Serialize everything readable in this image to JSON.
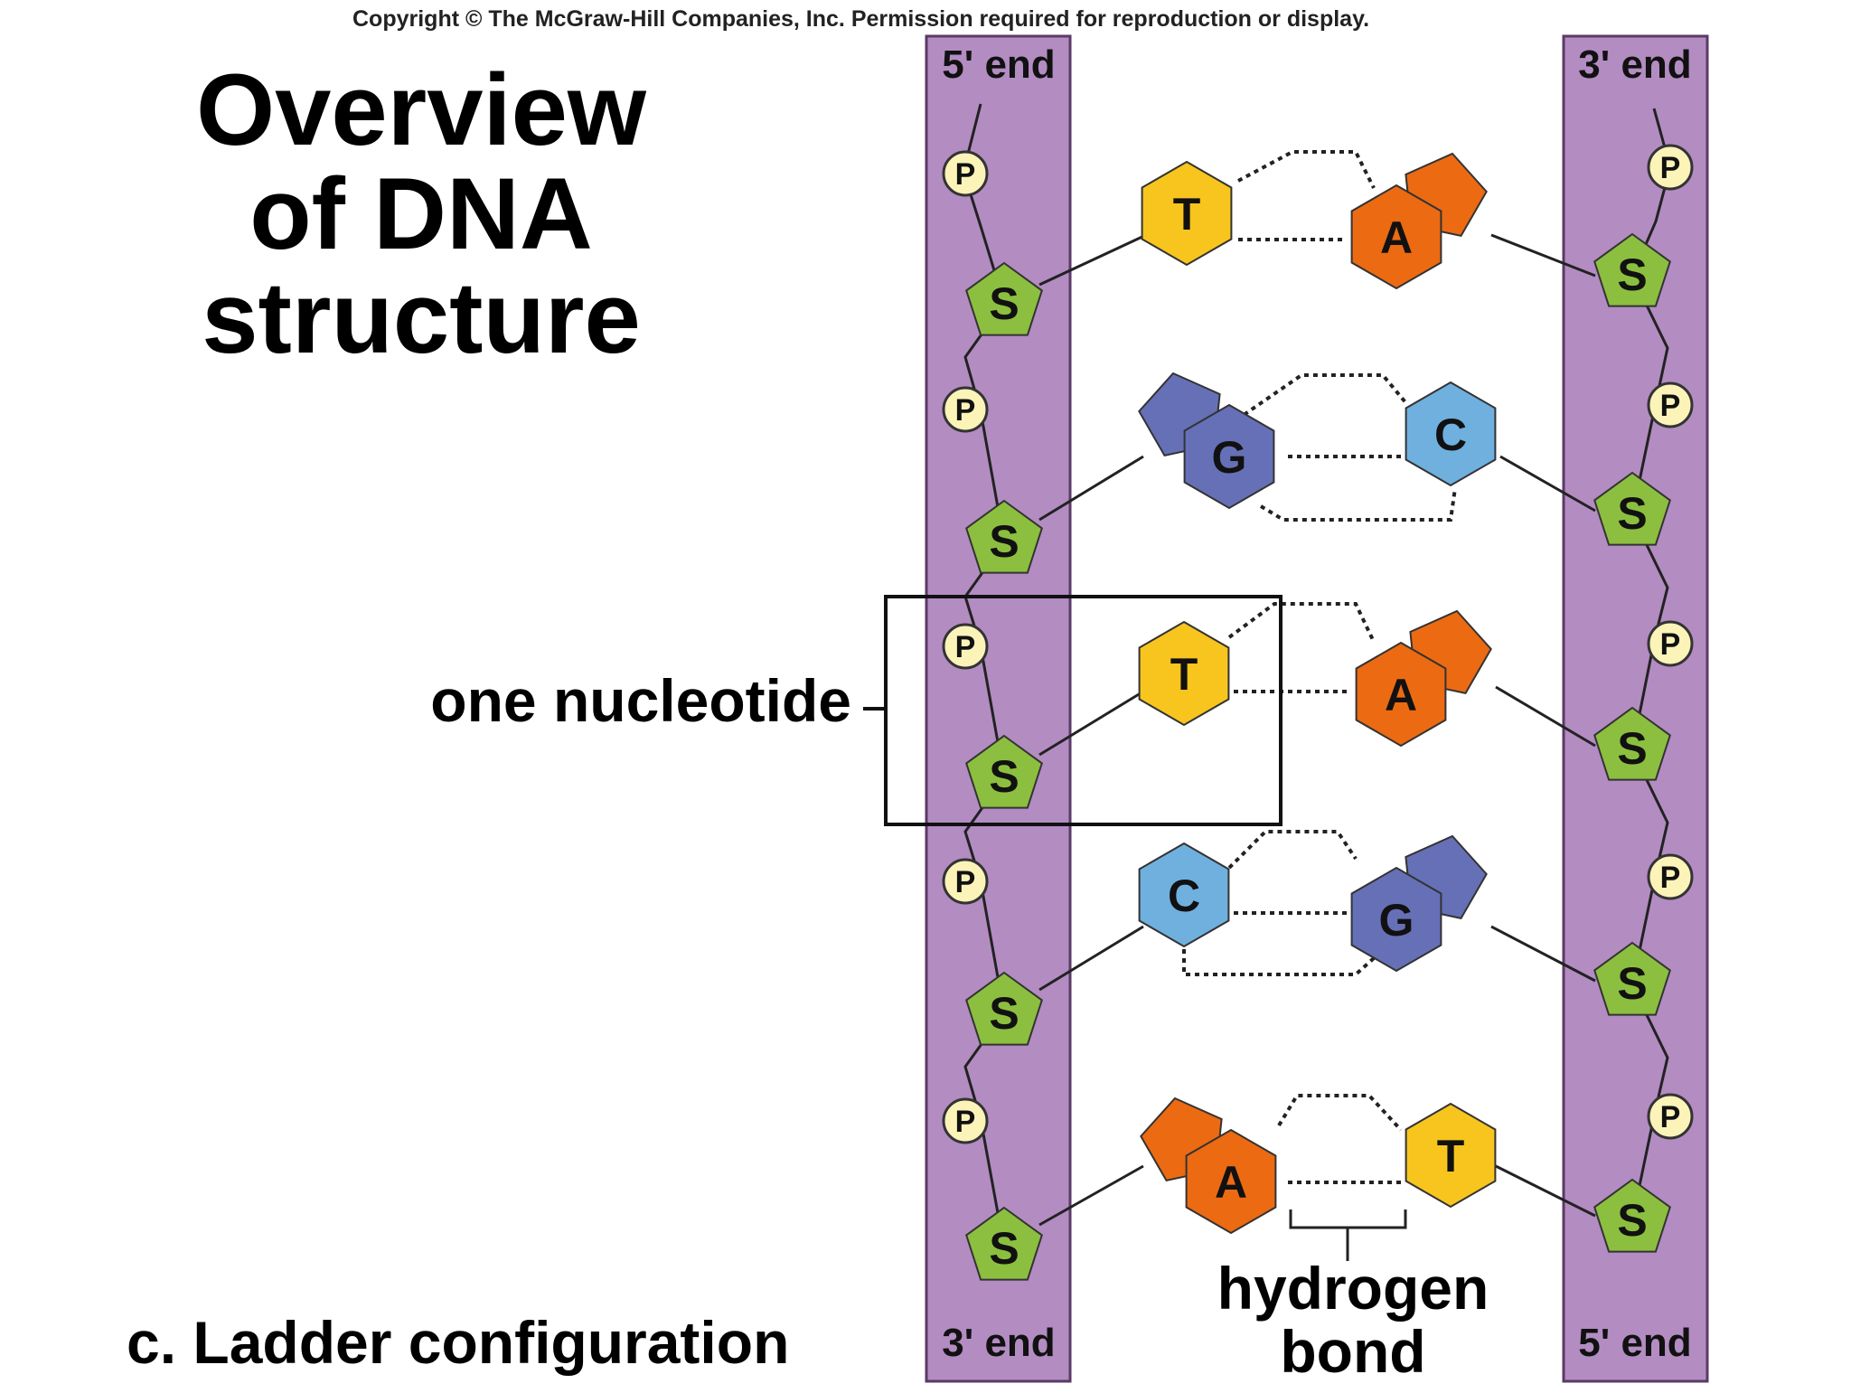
{
  "copyright": "Copyright © The McGraw-Hill Companies, Inc. Permission required for reproduction or display.",
  "title": {
    "line1": "Overview",
    "line2": "of DNA",
    "line3": "structure"
  },
  "labels": {
    "one_nucleotide": "one nucleotide",
    "hydrogen": "hydrogen",
    "bond": "bond",
    "caption": "c. Ladder configuration"
  },
  "strands": {
    "left": {
      "top_end": "5' end",
      "bottom_end": "3' end"
    },
    "right": {
      "top_end": "3' end",
      "bottom_end": "5' end"
    }
  },
  "backbone": {
    "sugar": "S",
    "phosphate": "P"
  },
  "base_pairs": [
    {
      "left": "T",
      "right": "A"
    },
    {
      "left": "G",
      "right": "C"
    },
    {
      "left": "T",
      "right": "A"
    },
    {
      "left": "C",
      "right": "G"
    },
    {
      "left": "A",
      "right": "T"
    }
  ],
  "colors": {
    "backbone": "#b38cc2",
    "sugar": "#8cbf3f",
    "phosphate": "#fbf3b8",
    "T": "#f7c51e",
    "A": "#ec6a12",
    "G": "#6670b7",
    "C": "#6fb0df"
  }
}
